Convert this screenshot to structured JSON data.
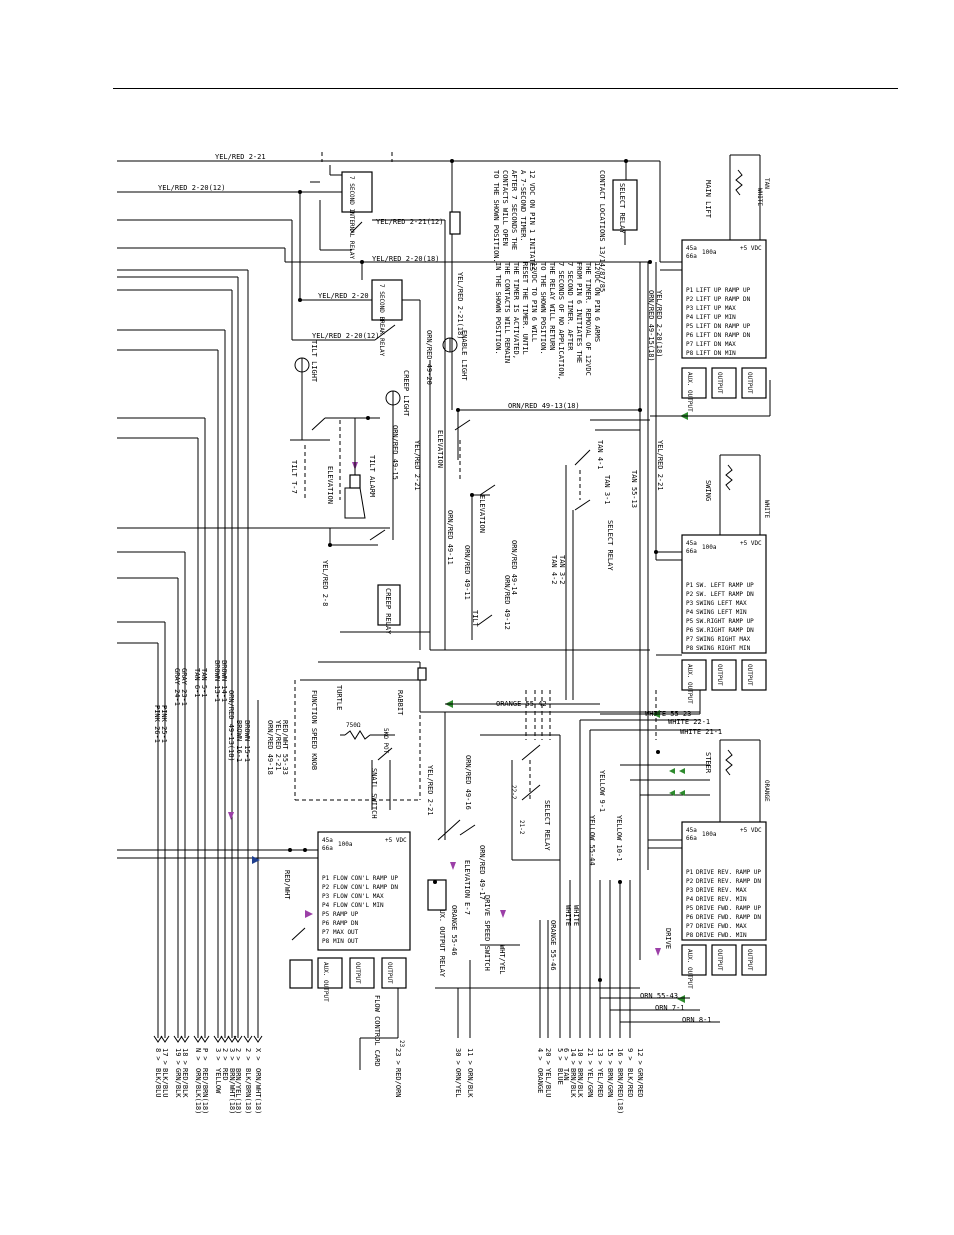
{
  "wire_labels": {
    "top_yelred_221": "YEL/RED 2-21",
    "top_yelred_220_12": "YEL/RED 2-20(12)",
    "yelred_221_12": "YEL/RED 2-21(12)",
    "yelred_220_18": "YEL/RED 2-20(18)",
    "yelred_220": "YEL/RED 2-20",
    "yelred_220_12b": "YEL/RED 2-20(12)",
    "yelred_221_18": "YEL/RED 2-21(18)",
    "orn_red_4913_18": "ORN/RED 49-13(18)",
    "yelred_220_18b": "YEL/RED 2-20(18)",
    "orn_red_4915_18": "ORN/RED 49-15(18)",
    "orn_red_4920": "ORN/RED 49-20",
    "orn_red_4915": "ORN/RED 49-15",
    "yelred_221b": "YEL/RED 2-21",
    "yelred_221c": "YEL/RED 2-21",
    "tan_5513": "TAN 55-13",
    "tan_41": "TAN 4-1",
    "tan_31": "TAN 3-1",
    "tan_32": "TAN 3-2",
    "tan_42": "TAN 4-2",
    "orn_red_4914": "ORN/RED 49-14",
    "orn_red_4912": "ORN/RED 49-12",
    "orn_red_4911": "ORN/RED 49-11",
    "orn_red_4911b": "ORN/RED 49-11",
    "yelred_28": "YEL/RED 2-8",
    "orange_5542": "ORANGE 55-42",
    "white_5523": "WHITE 55-23",
    "white_221": "WHITE 22-1",
    "white_211": "WHITE 21-1",
    "orn_red_4916": "ORN/RED 49-16",
    "yelred_221d": "YEL/RED 2-21",
    "yelred_221e": "YEL/RED 2-21",
    "yelred_221f": "YEL/RED 2-21",
    "orn_red_4918": "ORN/RED 49-18",
    "red_wht_5533": "RED/WHT 55-33",
    "red_wht": "RED/WHT",
    "orn_red_4917": "ORN/RED 49-17",
    "orange_5546": "ORANGE 55-46",
    "orange_5546b": "ORANGE 55-46",
    "yellow_91": "YELLOW 9-1",
    "yellow_101": "YELLOW 10-1",
    "yellow_5544": "YELLOW 55-44",
    "white_a": "WHITE",
    "white_b": "WHITE",
    "orn_5543": "ORN 55-43",
    "orn_71": "ORN 7-1",
    "orn_81": "ORN 8-1",
    "wht_yel": "WHT/YEL",
    "brown_151": "BROWN 15-1",
    "brown_161": "BROWN 16-1",
    "brown_141": "BROWN 14-1",
    "brown_131": "BROWN 13-1",
    "orn_red_4913_18b": "ORN/RED 49-13(18)",
    "tan_51": "TAN 5-1",
    "tan_61": "TAN 6-1",
    "gray_231": "GRAY 23-1",
    "gray_241": "GRAY 24-1",
    "pink_251": "PINK 25-1",
    "pink_261": "PINK 26-1",
    "orn_red_4919": "ORN/RED 49-19"
  },
  "components": {
    "internal_relay": "7 SECOND INTERNAL RELAY",
    "break_relay": "7 SECOND BREAK RELAY",
    "tilt_light": "TILT LIGHT",
    "creep_light": "CREEP LIGHT",
    "enable_light": "ENABLE LIGHT",
    "tilt_alarm": "TILT ALARM",
    "elevation_a": "ELEVATION",
    "elevation_b": "ELEVATION",
    "elevation_c": "ELEVATION",
    "elevation_e7": "ELEVATION E-7",
    "tilt_t7": "TILT T-7",
    "tilt_b": "TILT",
    "creep_relay": "CREEP RELAY",
    "select_relay_top": "SELECT RELAY",
    "select_relay_mid": "SELECT RELAY",
    "select_relay_low": "SELECT RELAY",
    "main_lift": "MAIN LIFT",
    "swing": "SWING",
    "steer": "STEER",
    "drive": "DRIVE",
    "turtle": "TURTLE",
    "rabbit": "RABBIT",
    "function_speed": "FUNCTION SPEED KNOB",
    "snail_switch": "SNAIL SWITCH",
    "flow_control_card": "FLOW CONTROL CARD",
    "drive_aux_relay": "DRIVE AUX. OUTPUT RELAY",
    "drive_speed_switch": "DRIVE SPEED SWITCH",
    "resistor": "750Ω",
    "pot": "5KΩ POT",
    "white_main": "WHITE",
    "white_swing": "WHITE",
    "orange_steer": "ORANGE",
    "tan_main": "TAN"
  },
  "notes": {
    "note_upper": "12 VDC ON PIN 1 INITATES A 7-SECOND TIMER. AFTER 7 SECONDS THE CONTACTS WILL OPEN TO THE SHOWN POSITION.",
    "note_contact": "CONTACT LOCATIONS 13/14/87/85",
    "note_lower": "12VDC ON PIN 6 ARMS THE TIMER. REMOVAL OF 12VDC FROM PIN 6 INITIATES THE 7 SECOND TIMER. AFTER 7 SECONDS OF NO APPLICATION, THE RELAY WILL RETURN TO THE SHOWN POSITION. 12VDC TO PIN 6 WILL RESET THE TIMER. UNTIL THE TIMER IS ACTIVATED, THE CONTACTS WILL REMAIN IN THE SHOWN POSITION."
  },
  "cards": {
    "lift": [
      "LIFT UP RAMP UP",
      "LIFT UP RAMP DN",
      "LIFT UP MAX",
      "LIFT UP MIN",
      "LIFT DN RAMP UP",
      "LIFT DN RAMP DN",
      "LIFT DN MAX",
      "LIFT DN MIN"
    ],
    "swing": [
      "SW. LEFT RAMP UP",
      "SW. LEFT RAMP DN",
      "SWING LEFT MAX",
      "SWING LEFT MIN",
      "SW.RIGHT RAMP UP",
      "SW.RIGHT RAMP DN",
      "SWING RIGHT MAX",
      "SWING RIGHT MIN"
    ],
    "drive": [
      "DRIVE REV. RAMP UP",
      "DRIVE REV. RAMP DN",
      "DRIVE REV. MAX",
      "DRIVE REV. MIN",
      "DRIVE FWD. RAMP UP",
      "DRIVE FWD. RAMP DN",
      "DRIVE FWD. MAX",
      "DRIVE FWD. MIN"
    ],
    "flow": [
      "FLOW CON'L RAMP UP",
      "FLOW CON'L RAMP DN",
      "FLOW CON'L MAX",
      "FLOW CON'L MIN",
      "RAMP UP",
      "RAMP DN",
      "MAX OUT",
      "MIN OUT"
    ]
  },
  "terminals": [
    {
      "num": "8",
      "color": "BLK/BLU"
    },
    {
      "num": "17",
      "color": "BLK/BLU"
    },
    {
      "num": "19",
      "color": "GRN/BLK"
    },
    {
      "num": "18",
      "color": "RED/BLK"
    },
    {
      "num": "N",
      "color": "ORN/BLK(18)"
    },
    {
      "num": "P",
      "color": "RED/BRN(18)"
    },
    {
      "num": "3",
      "color": "YELLOW"
    },
    {
      "num": "2",
      "color": "RED"
    },
    {
      "num": "3",
      "color": "BRN/WHT(18)"
    },
    {
      "num": "2",
      "color": "BRN/YEL(18)"
    },
    {
      "num": "2",
      "color": "BLK/BRN(18)"
    },
    {
      "num": "X",
      "color": "ORN/WHT(18)"
    },
    {
      "num": "23",
      "color": "RED/ORN"
    },
    {
      "num": "30",
      "color": "ORN/YEL"
    },
    {
      "num": "11",
      "color": "ORN/BLK"
    },
    {
      "num": "4",
      "color": "ORANGE"
    },
    {
      "num": "20",
      "color": "YEL/BLU"
    },
    {
      "num": "5",
      "color": "BLUE"
    },
    {
      "num": "6",
      "color": "TAN"
    },
    {
      "num": "14",
      "color": "BRN/BLK"
    },
    {
      "num": "10",
      "color": "BRN/BLK"
    },
    {
      "num": "21",
      "color": "YEL/GRN"
    },
    {
      "num": "13",
      "color": "YEL/RED"
    },
    {
      "num": "15",
      "color": "BRN/GRN"
    },
    {
      "num": "16",
      "color": "BRN/RED(18)"
    },
    {
      "num": "9",
      "color": "BLK/RED"
    },
    {
      "num": "12",
      "color": "GRN/RED"
    }
  ]
}
